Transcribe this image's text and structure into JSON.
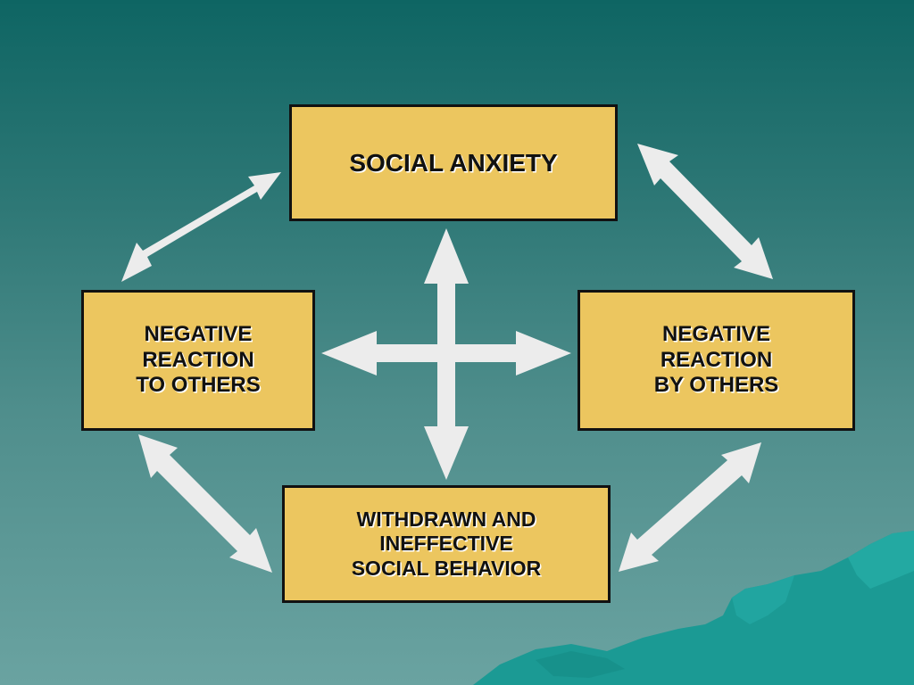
{
  "diagram": {
    "nodes": {
      "top": "SOCIAL ANXIETY",
      "left": "NEGATIVE\nREACTION\nTO OTHERS",
      "right": "NEGATIVE\nREACTION\nBY OTHERS",
      "bottom": "WITHDRAWN AND\nINEFFECTIVE\nSOCIAL BEHAVIOR"
    },
    "edges": [
      {
        "from": "top",
        "to": "left",
        "direction": "both"
      },
      {
        "from": "top",
        "to": "right",
        "direction": "both"
      },
      {
        "from": "left",
        "to": "bottom",
        "direction": "both"
      },
      {
        "from": "right",
        "to": "bottom",
        "direction": "both"
      },
      {
        "from": "top",
        "to": "bottom",
        "direction": "both"
      },
      {
        "from": "left",
        "to": "right",
        "direction": "both"
      }
    ]
  },
  "colors": {
    "box_fill": "#ecc65f",
    "box_border": "#111111",
    "arrow": "#ececec",
    "background_top": "#0e6563",
    "background_bottom": "#6aa3a1",
    "mountain": "#1b9a94"
  }
}
